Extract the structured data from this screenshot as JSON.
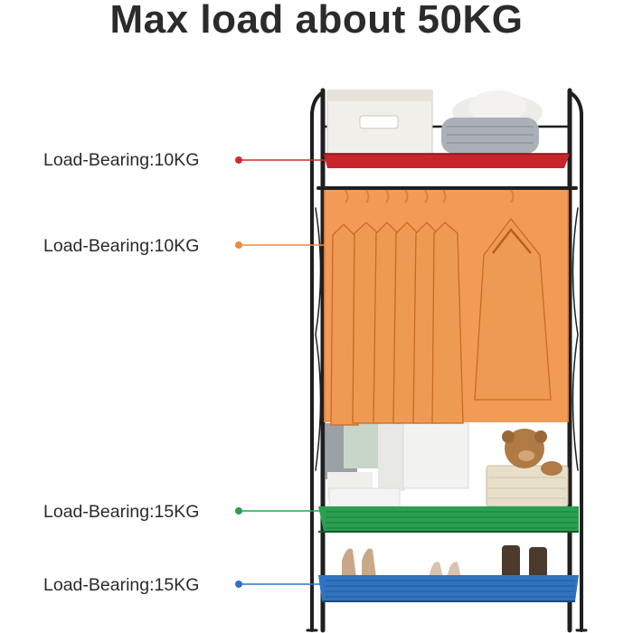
{
  "headline": "Max load about 50KG",
  "callouts": [
    {
      "label": "Load-Bearing:10KG",
      "color": "#d42b2b"
    },
    {
      "label": "Load-Bearing:10KG",
      "color": "#f08a3a"
    },
    {
      "label": "Load-Bearing:15KG",
      "color": "#2aa050"
    },
    {
      "label": "Load-Bearing:15KG",
      "color": "#2f74c0"
    }
  ]
}
